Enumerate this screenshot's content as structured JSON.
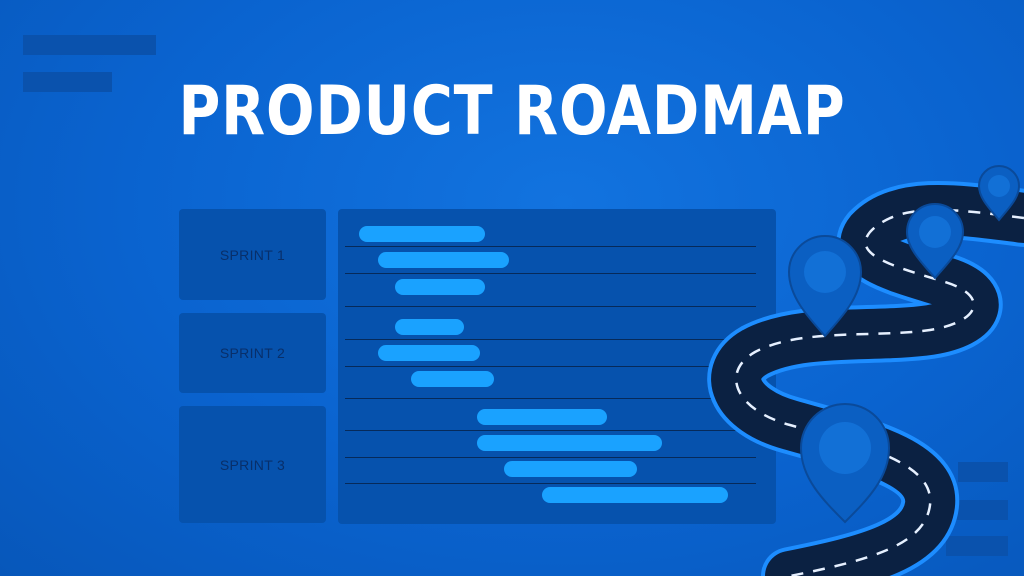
{
  "slide": {
    "title": "PRODUCT ROADMAP",
    "colors": {
      "background": "#0a63cf",
      "panel": "#0652ad",
      "bar": "#1aa2ff",
      "road": "#0b2142",
      "pin": "#0b5fc2"
    },
    "sprints": [
      {
        "label": "SPRINT 1"
      },
      {
        "label": "SPRINT 2"
      },
      {
        "label": "SPRINT 3"
      }
    ],
    "icons": [
      "map-pin-icon",
      "map-pin-icon",
      "map-pin-icon",
      "map-pin-icon"
    ]
  }
}
